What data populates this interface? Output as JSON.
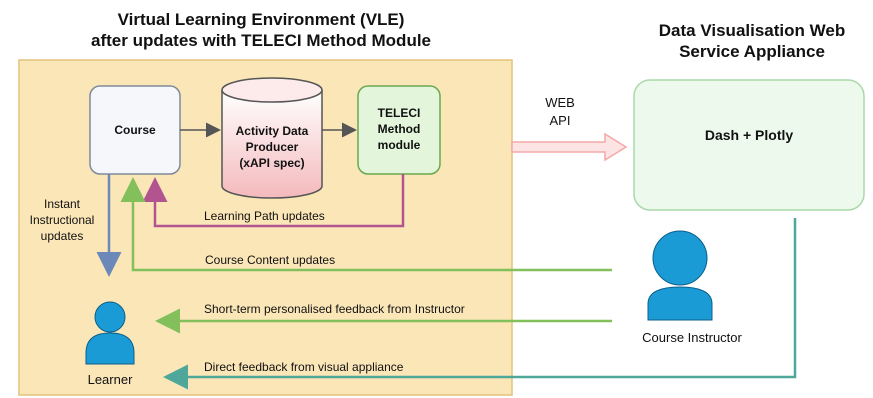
{
  "vle": {
    "title_line1": "Virtual Learning Environment (VLE)",
    "title_line2": "after updates with TELECI Method Module"
  },
  "dva": {
    "title_line1": "Data Visualisation Web",
    "title_line2": "Service Appliance",
    "box_label": "Dash + Plotly"
  },
  "nodes": {
    "course": "Course",
    "producer_line1": "Activity Data",
    "producer_line2": "Producer",
    "producer_line3": "(xAPI spec)",
    "teleci_line1": "TELECI",
    "teleci_line2": "Method",
    "teleci_line3": "module",
    "learner": "Learner",
    "instructor": "Course Instructor"
  },
  "edges": {
    "web_api_line1": "WEB",
    "web_api_line2": "API",
    "instant_line1": "Instant",
    "instant_line2": "Instructional",
    "instant_line3": "updates",
    "learning_path": "Learning Path updates",
    "course_content": "Course Content updates",
    "short_term": "Short-term personalised feedback from Instructor",
    "direct_feedback": "Direct feedback from visual appliance"
  },
  "colors": {
    "vle_bg": "#fbe6b8",
    "vle_border": "#e3c27a",
    "course_fill": "#f5f7fb",
    "producer_fill": "#f7c9cb",
    "teleci_fill": "#e3f5da",
    "dva_fill": "#eef9ee",
    "person": "#1b9bd6",
    "blue_arrow": "#6b88b9",
    "purple_arrow": "#b2548f",
    "green_arrow": "#83bf5b",
    "teal_arrow": "#4fa79a",
    "pink_arrow": "#f4a8a8"
  }
}
